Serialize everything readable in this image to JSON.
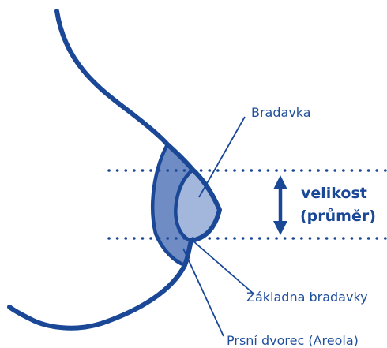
{
  "labels": {
    "nipple": "Bradavka",
    "size": "velikost",
    "diameter": "(průměr)",
    "nipple_base": "Základna bradavky",
    "areola": "Prsní dvorec (Areola)"
  },
  "colors": {
    "outline": "#1a4897",
    "areola_fill": "#6f8dc4",
    "nipple_fill": "#a3b6dc",
    "text": "#1f4f9c"
  },
  "icons": {
    "size_arrow": "double-headed-vertical-arrow"
  }
}
